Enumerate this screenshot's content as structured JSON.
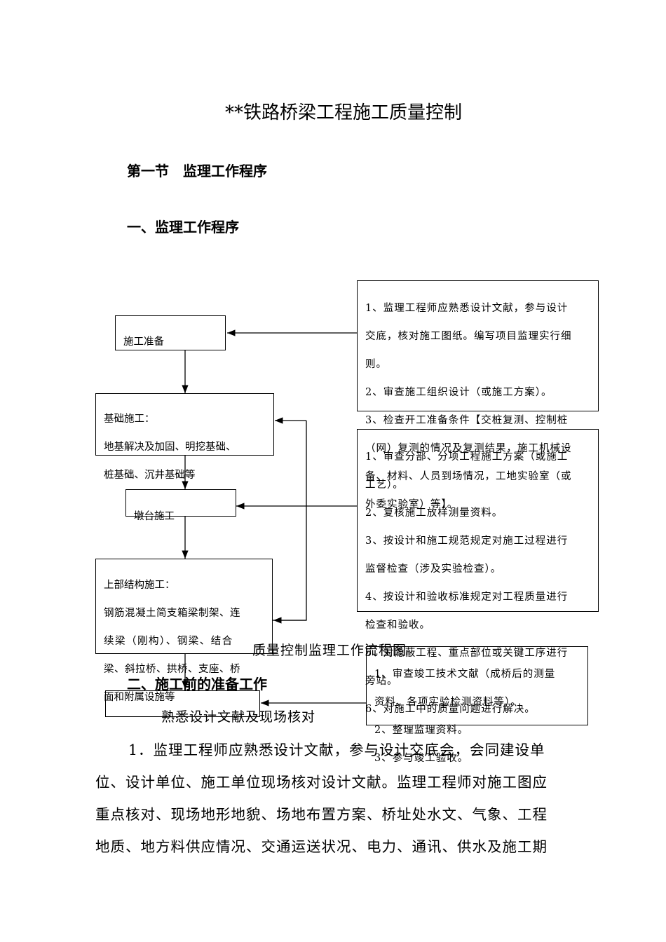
{
  "doc": {
    "title": "**铁路桥梁工程施工质量控制",
    "section": "第一节　监理工作程序",
    "sub1": "一、监理工作程序",
    "sub2": "二、施工前的准备工作",
    "caption_overlap": "质量控制监理工作流程图",
    "item_overlap": "熟悉设计文献及现场核对"
  },
  "flow": {
    "prep": "施工准备",
    "foundation": [
      "基础施工：",
      "地基解决及加固、明挖基础、",
      "桩基础、沉井基础等"
    ],
    "pier": "墩台施工",
    "super": [
      "上部结构施工：",
      "钢筋混凝土简支箱梁制架、连",
      "续梁（刚构）、钢梁、结合",
      "梁、斜拉桥、拱桥、支座、桥",
      "面和附属设施等"
    ]
  },
  "notes": {
    "box1": [
      "1、监理工程师应熟悉设计文献，参与设计",
      "交底，核对施工图纸。编写项目监理实行细",
      "则。",
      "2、审查施工组织设计（或施工方案）。",
      "3、检查开工准备条件【交桩复测、控制桩",
      "（网）复测的情况及复测结果，施工机械设",
      "备、材料、人员到场情况，工地实验室（或",
      "外委实验室）等】。"
    ],
    "box2": [
      "1、审查分部、分项工程施工方案（或施工",
      "工艺）。",
      "2、复核施工放样测量资料。",
      "3、按设计和施工规范规定对施工过程进行",
      "监督检查（涉及实验检查）。",
      "4、按设计和验收标准规定对工程质量进行",
      "检查和验收。",
      "5、对隐蔽工程、重点部位或关键工序进行",
      "旁站。",
      "6、对施工中的质量问题进行解决。"
    ],
    "box3": [
      "1、审查竣工技术文献（成桥后的测量",
      "资料、各项实验检测资料等）。",
      "2、整理监理资料。",
      "3、参与竣工验收。"
    ]
  },
  "paragraph": [
    "1．监理工程师应熟悉设计文献，参与设计交底会，会同建设单",
    "位、设计单位、施工单位现场核对设计文献。监理工程师对施工图应",
    "重点核对、现场地形地貌、场地布置方案、桥址处水文、气象、工程",
    "地质、地方料供应情况、交通运送状况、电力、通讯、供水及施工期"
  ]
}
